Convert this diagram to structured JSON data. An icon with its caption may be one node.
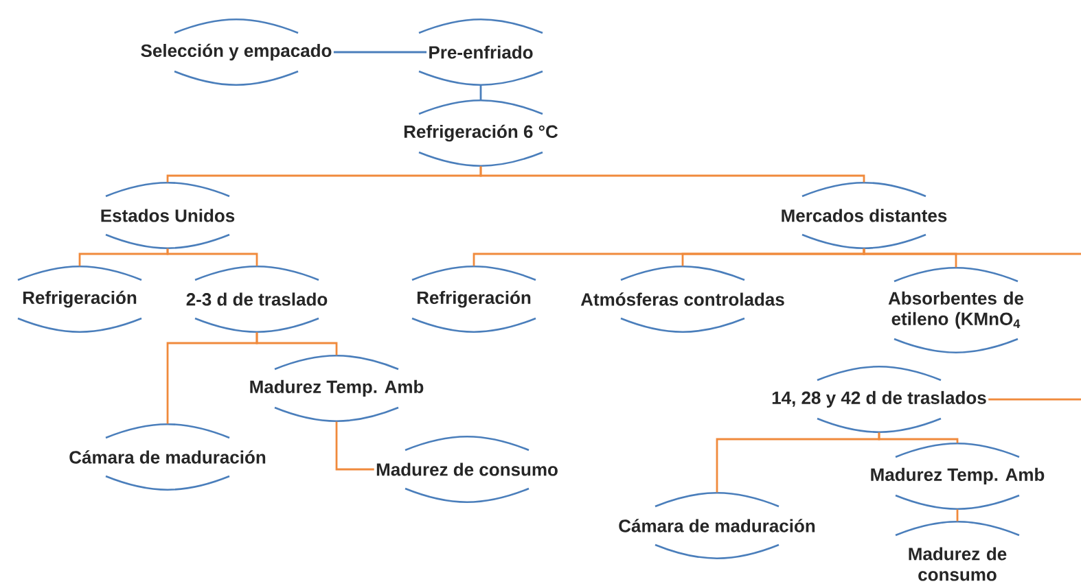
{
  "diagram": {
    "nodes": [
      {
        "text": [
          "Selección y empacado"
        ]
      },
      {
        "text": [
          "Pre-enfriado"
        ]
      },
      {
        "text": [
          "Refrigeración 6 °C"
        ]
      },
      {
        "text": [
          "Estados Unidos"
        ]
      },
      {
        "text": [
          "Mercados distantes"
        ]
      },
      {
        "text": [
          "Refrigeración"
        ]
      },
      {
        "text": [
          "2-3 d de traslado"
        ]
      },
      {
        "text": [
          "Cámara de maduración"
        ]
      },
      {
        "text": [
          "Madurez Temp. Amb"
        ]
      },
      {
        "text": [
          "Madurez de consumo"
        ]
      },
      {
        "text": [
          "Refrigeración"
        ]
      },
      {
        "text": [
          "Atmósferas controladas"
        ]
      },
      {
        "text": [
          "Absorbentes  de etileno (KMnO$_{4}$"
        ]
      },
      {
        "text": [
          "14, 28 y 42 d de traslados"
        ]
      },
      {
        "text": [
          "Cámara de maduración"
        ]
      },
      {
        "text": [
          "Madurez Temp. Amb"
        ]
      },
      {
        "text": [
          "Madurez de consumo"
        ]
      }
    ],
    "edges": [
      {
        "from": 0,
        "to": 1,
        "arrow": "none",
        "color": "#4a7ebb"
      },
      {
        "from": 1,
        "to": 2,
        "arrow": "none",
        "color": "#4a7ebb"
      },
      {
        "from": 2,
        "to": 3,
        "arrow": "none"
      },
      {
        "from": 2,
        "to": 4,
        "arrow": "none"
      },
      {
        "from": 3,
        "to": 5,
        "arrow": "none"
      },
      {
        "from": 3,
        "to": 6,
        "arrow": "none"
      },
      {
        "from": 6,
        "to": 7,
        "arrow": "none"
      },
      {
        "from": 6,
        "to": 8,
        "arrow": "none"
      },
      {
        "from": 8,
        "to": 9,
        "arrow": "none"
      },
      {
        "from": 4,
        "to": 10,
        "arrow": "none"
      },
      {
        "from": 4,
        "to": 11,
        "arrow": "none"
      },
      {
        "from": 4,
        "to": 12,
        "arrow": "none"
      },
      {
        "from": 4,
        "to": null,
        "arrow": "none"
      },
      {
        "from": null,
        "to": 13,
        "arrow": "none"
      },
      {
        "from": 13,
        "to": 14,
        "arrow": "none"
      },
      {
        "from": 13,
        "to": 15,
        "arrow": "none"
      },
      {
        "from": 15,
        "to": 16,
        "arrow": "none"
      }
    ]
  }
}
